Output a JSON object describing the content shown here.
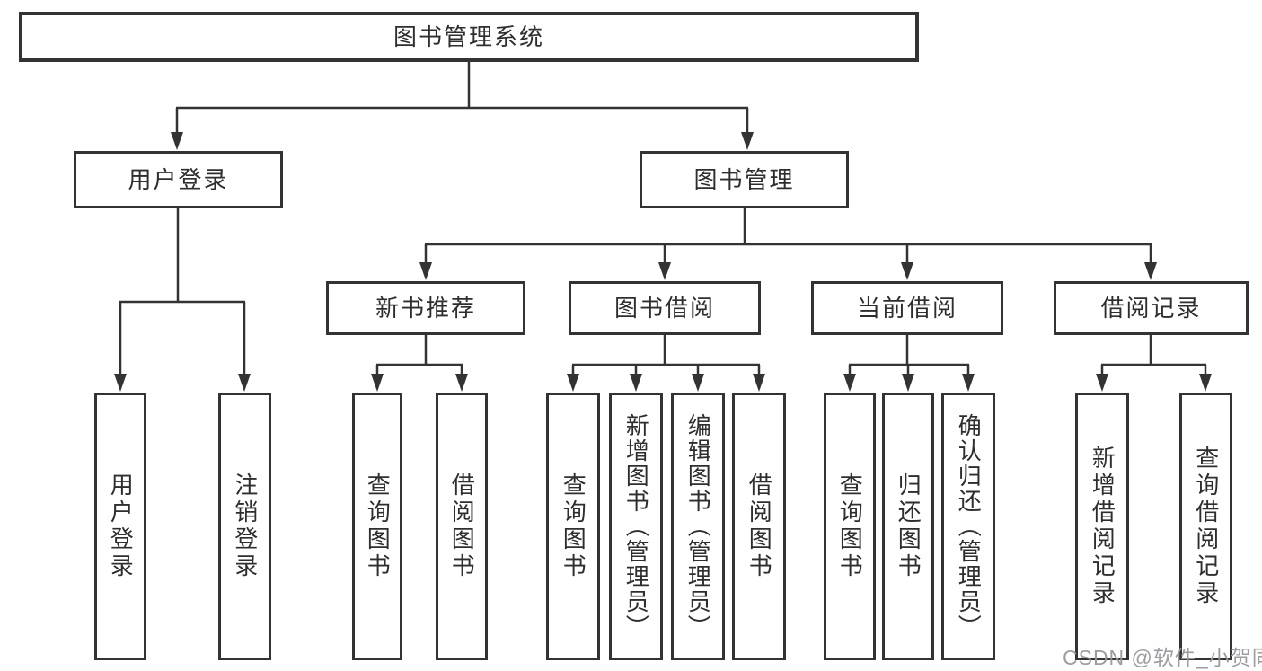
{
  "tree": {
    "label": "图书管理系统",
    "children": [
      {
        "label": "用户登录",
        "children": [
          {
            "label": "用户登录"
          },
          {
            "label": "注销登录"
          }
        ]
      },
      {
        "label": "图书管理",
        "children": [
          {
            "label": "新书推荐",
            "children": [
              {
                "label": "查询图书"
              },
              {
                "label": "借阅图书"
              }
            ]
          },
          {
            "label": "图书借阅",
            "children": [
              {
                "label": "查询图书"
              },
              {
                "label": "新增图书（管理员）"
              },
              {
                "label": "编辑图书（管理员）"
              },
              {
                "label": "借阅图书"
              }
            ]
          },
          {
            "label": "当前借阅",
            "children": [
              {
                "label": "查询图书"
              },
              {
                "label": "归还图书"
              },
              {
                "label": "确认归还（管理员）"
              }
            ]
          },
          {
            "label": "借阅记录",
            "children": [
              {
                "label": "新增借阅记录"
              },
              {
                "label": "查询借阅记录"
              }
            ]
          }
        ]
      }
    ]
  },
  "watermark": {
    "text": "CSDN @软件_小贺同学"
  },
  "colors": {
    "line": "#333333",
    "node_border": "#333333",
    "node_text": "#2e2e2e",
    "watermark": "#98989b",
    "background": "#ffffff"
  }
}
